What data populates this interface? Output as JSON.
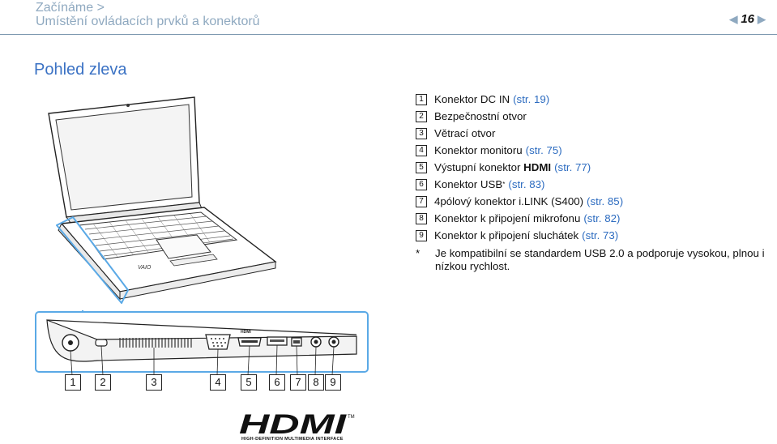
{
  "header": {
    "breadcrumb_line1": "Začínáme >",
    "breadcrumb_line2": "Umístění ovládacích prvků a konektorů",
    "page_number": "16",
    "prev_arrow": "◀",
    "next_arrow": "▶"
  },
  "section_title": "Pohled zleva",
  "items": [
    {
      "num": "1",
      "text": "Konektor DC IN",
      "bold": "",
      "sup": "",
      "ref": "(str. 19)"
    },
    {
      "num": "2",
      "text": "Bezpečnostní otvor",
      "bold": "",
      "sup": "",
      "ref": ""
    },
    {
      "num": "3",
      "text": "Větrací otvor",
      "bold": "",
      "sup": "",
      "ref": ""
    },
    {
      "num": "4",
      "text": "Konektor monitoru",
      "bold": "",
      "sup": "",
      "ref": "(str. 75)"
    },
    {
      "num": "5",
      "text": "Výstupní konektor",
      "bold": "HDMI",
      "sup": "",
      "ref": "(str. 77)"
    },
    {
      "num": "6",
      "text": "Konektor USB",
      "bold": "",
      "sup": "*",
      "ref": "(str. 83)"
    },
    {
      "num": "7",
      "text": "4pólový konektor i.LINK (S400)",
      "bold": "",
      "sup": "",
      "ref": "(str. 85)"
    },
    {
      "num": "8",
      "text": "Konektor k připojení mikrofonu",
      "bold": "",
      "sup": "",
      "ref": "(str. 82)"
    },
    {
      "num": "9",
      "text": "Konektor k připojení sluchátek",
      "bold": "",
      "sup": "",
      "ref": "(str. 73)"
    }
  ],
  "footnote": {
    "marker": "*",
    "text": "Je kompatibilní se standardem USB 2.0 a podporuje vysokou, plnou i nízkou rychlost."
  },
  "callout_labels": [
    "1",
    "2",
    "3",
    "4",
    "5",
    "6",
    "7",
    "8",
    "9"
  ],
  "hdmi_logo": {
    "wordmark": "HDMI",
    "trademark": "TM",
    "tagline": "HIGH-DEFINITION MULTIMEDIA INTERFACE"
  },
  "laptop_badge": "VAIO",
  "port_marks": {
    "hdmi_tag": "HDMI"
  },
  "colors": {
    "accent": "#3b72c4",
    "header_text": "#8fa9c0",
    "callout": "#5aa9e6",
    "link": "#2d6cc0"
  }
}
